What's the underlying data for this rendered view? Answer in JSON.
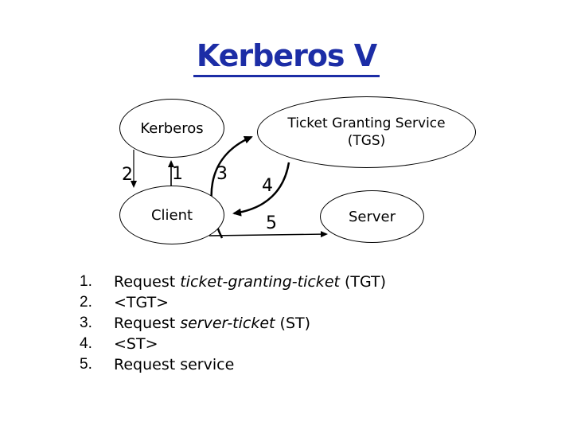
{
  "slide": {
    "title": "Kerberos V",
    "title_color": "#1c2da6"
  },
  "diagram": {
    "nodes": [
      {
        "id": "kerberos",
        "label": "Kerberos"
      },
      {
        "id": "tgs",
        "label": "Ticket Granting Service",
        "label2": "(TGS)"
      },
      {
        "id": "client",
        "label": "Client"
      },
      {
        "id": "server",
        "label": "Server"
      }
    ],
    "edge_labels": [
      "1",
      "2",
      "3",
      "4",
      "5"
    ]
  },
  "steps": {
    "items": [
      {
        "num": "1.",
        "pre": "Request ",
        "italic": "ticket-granting-ticket",
        "post": " (TGT)"
      },
      {
        "num": "2.",
        "pre": "<TGT>",
        "italic": "",
        "post": ""
      },
      {
        "num": "3.",
        "pre": "Request ",
        "italic": "server-ticket",
        "post": " (ST)"
      },
      {
        "num": "4.",
        "pre": "<ST>",
        "italic": "",
        "post": ""
      },
      {
        "num": "5.",
        "pre": "Request service",
        "italic": "",
        "post": ""
      }
    ]
  }
}
